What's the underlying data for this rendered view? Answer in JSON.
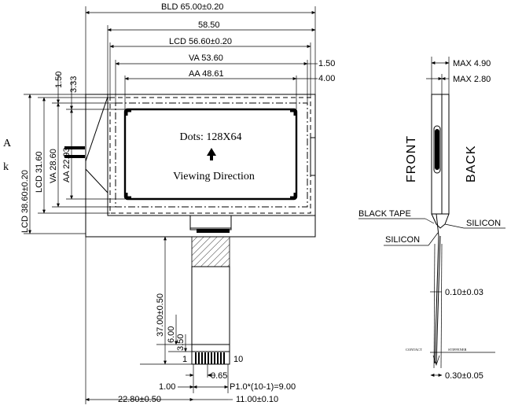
{
  "dims": {
    "bld": "BLD 65.00±0.20",
    "w5850": "58.50",
    "lcdw": "LCD 56.60±0.20",
    "va": "VA 53.60",
    "aa": "AA 48.61",
    "r150": "1.50",
    "r400": "4.00",
    "l150": "1.50",
    "l333": "3.33",
    "lcdh": "LCD 38.60±0.20",
    "lcdh2": "LCD 31.60",
    "vah": "VA 28.60",
    "aah": "AA 22.93",
    "fpc37": "37.00±0.50",
    "d600": "6.00",
    "d350": "3.50",
    "d100": "1.00",
    "d065": "0.65",
    "pitch": "P1.0*(10-1)=9.00",
    "d2280": "22.80±0.50",
    "d1100": "11.00±0.10",
    "pin1": "1",
    "pin10": "10",
    "max490": "MAX 4.90",
    "max280": "MAX 2.80",
    "t010": "0.10±0.03",
    "t030": "0.30±0.05"
  },
  "labels": {
    "dots": "Dots: 128X64",
    "viewing": "Viewing Direction",
    "anode": "A",
    "cathode": "k",
    "front": "FRONT",
    "back": "BACK",
    "black_tape": "BLACK TAPE",
    "silicon_right": "SILICON",
    "silicon_left": "SILICON",
    "contact": "CONTACT",
    "stiffener": "STIFFENER"
  }
}
